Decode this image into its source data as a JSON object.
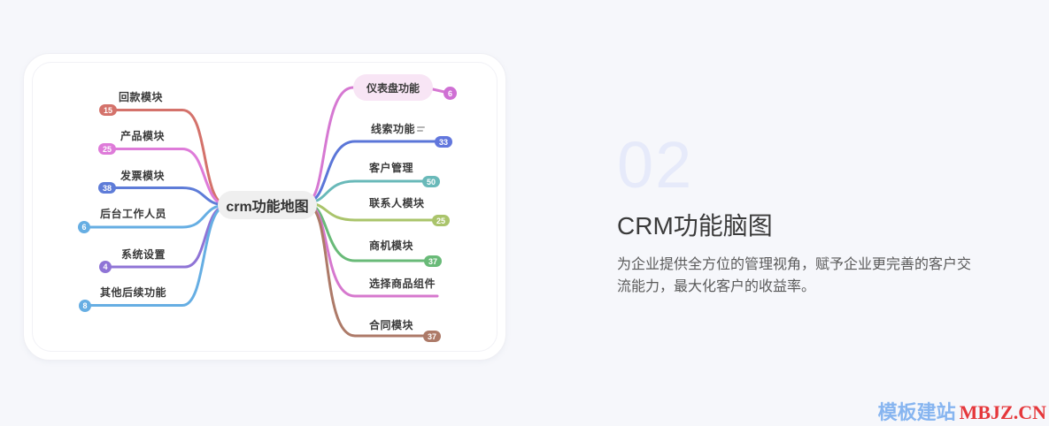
{
  "section": {
    "index": "02",
    "title": "CRM功能脑图",
    "description": "为企业提供全方位的管理视角，赋予企业更完善的客户交流能力，最大化客户的收益率。"
  },
  "mindmap": {
    "root": {
      "label": "crm功能地图",
      "bg": "#efefef"
    },
    "left": [
      {
        "label": "回款模块",
        "count": "15",
        "color": "#d4726b"
      },
      {
        "label": "产品模块",
        "count": "25",
        "color": "#de7bd9"
      },
      {
        "label": "发票模块",
        "count": "38",
        "color": "#5e7cd8"
      },
      {
        "label": "后台工作人员",
        "count": "6",
        "color": "#66aee3"
      },
      {
        "label": "系统设置",
        "count": "4",
        "color": "#8f74d6"
      },
      {
        "label": "其他后续功能",
        "count": "8",
        "color": "#66aee3"
      }
    ],
    "right": [
      {
        "label": "仪表盘功能",
        "count": "6",
        "color": "#d678d2",
        "highlighted": true,
        "highlight_bg": "#f8e5f5",
        "badge_color": "#cf70d4"
      },
      {
        "label": "线索功能",
        "count": "33",
        "color": "#5b76d8",
        "badge_color": "#6277dd",
        "icon": "lines-icon"
      },
      {
        "label": "客户管理",
        "count": "50",
        "color": "#69b9b9",
        "badge_color": "#69b9b9"
      },
      {
        "label": "联系人模块",
        "count": "25",
        "color": "#aac46b",
        "badge_color": "#aac46b"
      },
      {
        "label": "商机模块",
        "count": "37",
        "color": "#69ba78",
        "badge_color": "#69ba78"
      },
      {
        "label": "选择商品组件",
        "count": "",
        "color": "#d678ce"
      },
      {
        "label": "合同模块",
        "count": "37",
        "color": "#ad7a68",
        "badge_color": "#ad7a68"
      }
    ]
  },
  "watermark": {
    "site_name": "模板建站",
    "domain": "MBJZ.CN",
    "blue": "#87b5f0",
    "red": "#e5383c"
  },
  "colors": {
    "page_bg": "#f6f7fb",
    "card_bg": "#ffffff",
    "index_color": "#e6eafa"
  }
}
